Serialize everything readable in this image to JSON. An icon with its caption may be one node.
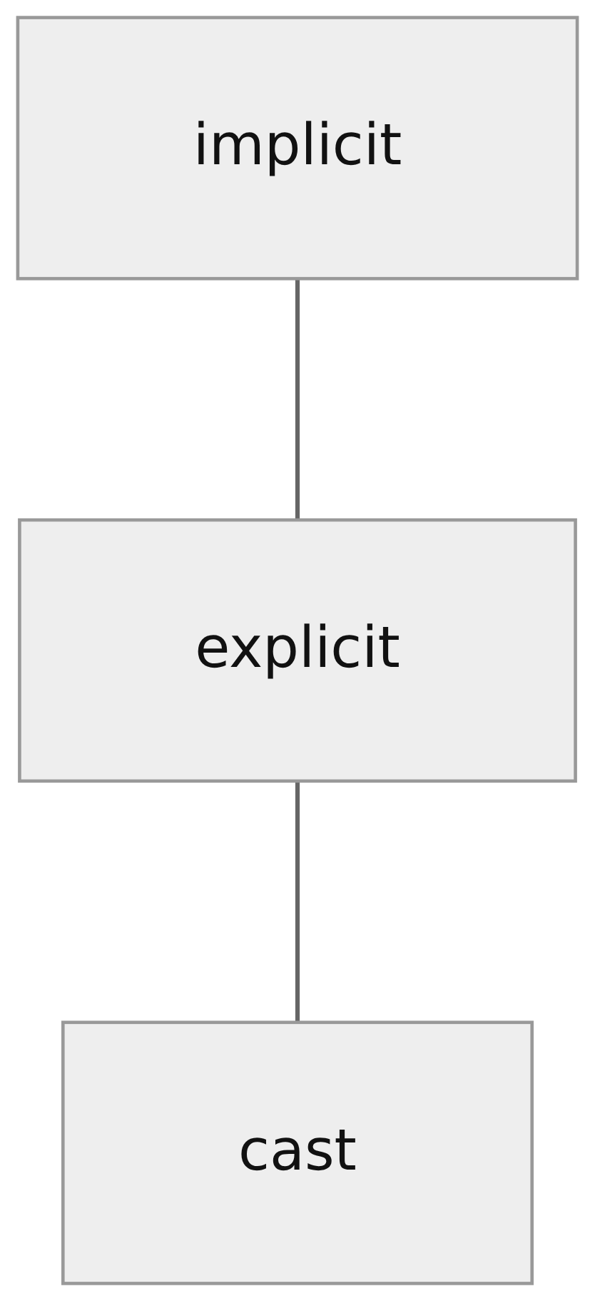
{
  "diagram": {
    "nodes": [
      {
        "text": [
          "implicit"
        ]
      },
      {
        "text": [
          "explicit"
        ]
      },
      {
        "text": [
          "cast"
        ]
      }
    ],
    "edges": [
      {
        "from": 0,
        "to": 1,
        "arrow": "none"
      },
      {
        "from": 1,
        "to": 2,
        "arrow": "none"
      }
    ]
  }
}
